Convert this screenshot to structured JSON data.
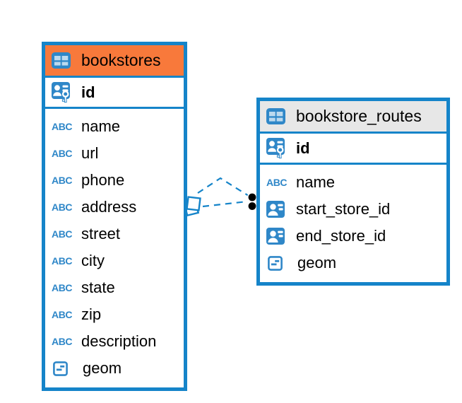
{
  "colors": {
    "table_border": "#1584c9",
    "icon_blue": "#2f87c8",
    "bookstores_header": "#f8793b",
    "bookstore_routes_header": "#e7e7e7",
    "connector_line": "#1584c9",
    "text": "#000000"
  },
  "icons": {
    "text_type_label": "ABC"
  },
  "tables": [
    {
      "name": "bookstores",
      "primary_key": {
        "name": "id"
      },
      "columns": [
        {
          "name": "name",
          "type": "text"
        },
        {
          "name": "url",
          "type": "text"
        },
        {
          "name": "phone",
          "type": "text"
        },
        {
          "name": "address",
          "type": "text"
        },
        {
          "name": "street",
          "type": "text"
        },
        {
          "name": "city",
          "type": "text"
        },
        {
          "name": "state",
          "type": "text"
        },
        {
          "name": "zip",
          "type": "text"
        },
        {
          "name": "description",
          "type": "text"
        },
        {
          "name": "geom",
          "type": "geometry"
        }
      ]
    },
    {
      "name": "bookstore_routes",
      "primary_key": {
        "name": "id"
      },
      "columns": [
        {
          "name": "name",
          "type": "text"
        },
        {
          "name": "start_store_id",
          "type": "reference"
        },
        {
          "name": "end_store_id",
          "type": "reference"
        },
        {
          "name": "geom",
          "type": "geometry"
        }
      ]
    }
  ],
  "relationship": {
    "style": "dashed",
    "lines": 2,
    "source_marker": "stacked-squares",
    "target_marker": "stacked-black-dots"
  }
}
